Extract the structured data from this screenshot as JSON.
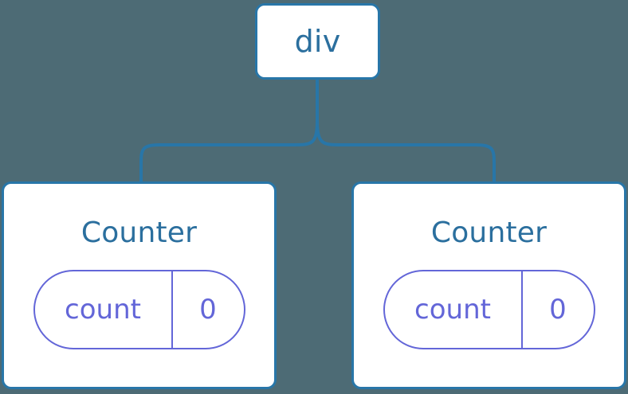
{
  "diagram": {
    "type": "component-tree",
    "background_color": "#4d6b75",
    "node_border_color": "#2876a8",
    "node_fill_color": "#ffffff",
    "node_label_color": "#2b6f9e",
    "connector_color": "#2876a8",
    "state_pill_color": "#6366d8",
    "root": {
      "label": "div"
    },
    "children": [
      {
        "title": "Counter",
        "state": {
          "key": "count",
          "value": "0"
        }
      },
      {
        "title": "Counter",
        "state": {
          "key": "count",
          "value": "0"
        }
      }
    ]
  }
}
